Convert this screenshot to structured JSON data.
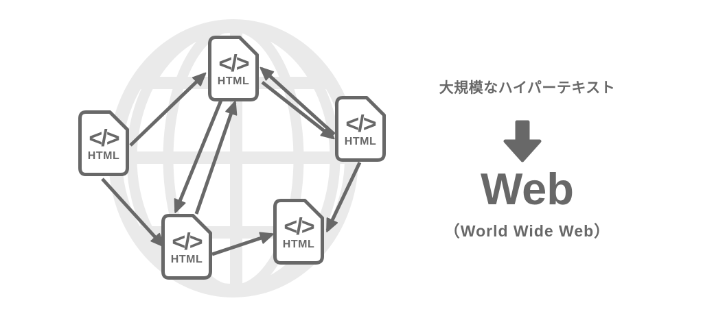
{
  "colors": {
    "ink": "#686868",
    "globe": "#eaeaea",
    "node_fill": "#ffffff",
    "background": "#ffffff"
  },
  "network": {
    "background_icon": "globe-grid",
    "node": {
      "code_glyph": "</>",
      "label": "HTML"
    },
    "links": [
      "left-to-top",
      "right-to-top",
      "top-to-right",
      "top-to-bottom-left",
      "bottom-left-to-top",
      "left-to-bottom-left",
      "bottom-left-to-bottom-right",
      "right-to-bottom-right"
    ]
  },
  "panel": {
    "heading": "大規模なハイパーテキスト",
    "arrow_icon": "down-arrow",
    "title": "Web",
    "subtitle": "（World Wide Web）"
  }
}
